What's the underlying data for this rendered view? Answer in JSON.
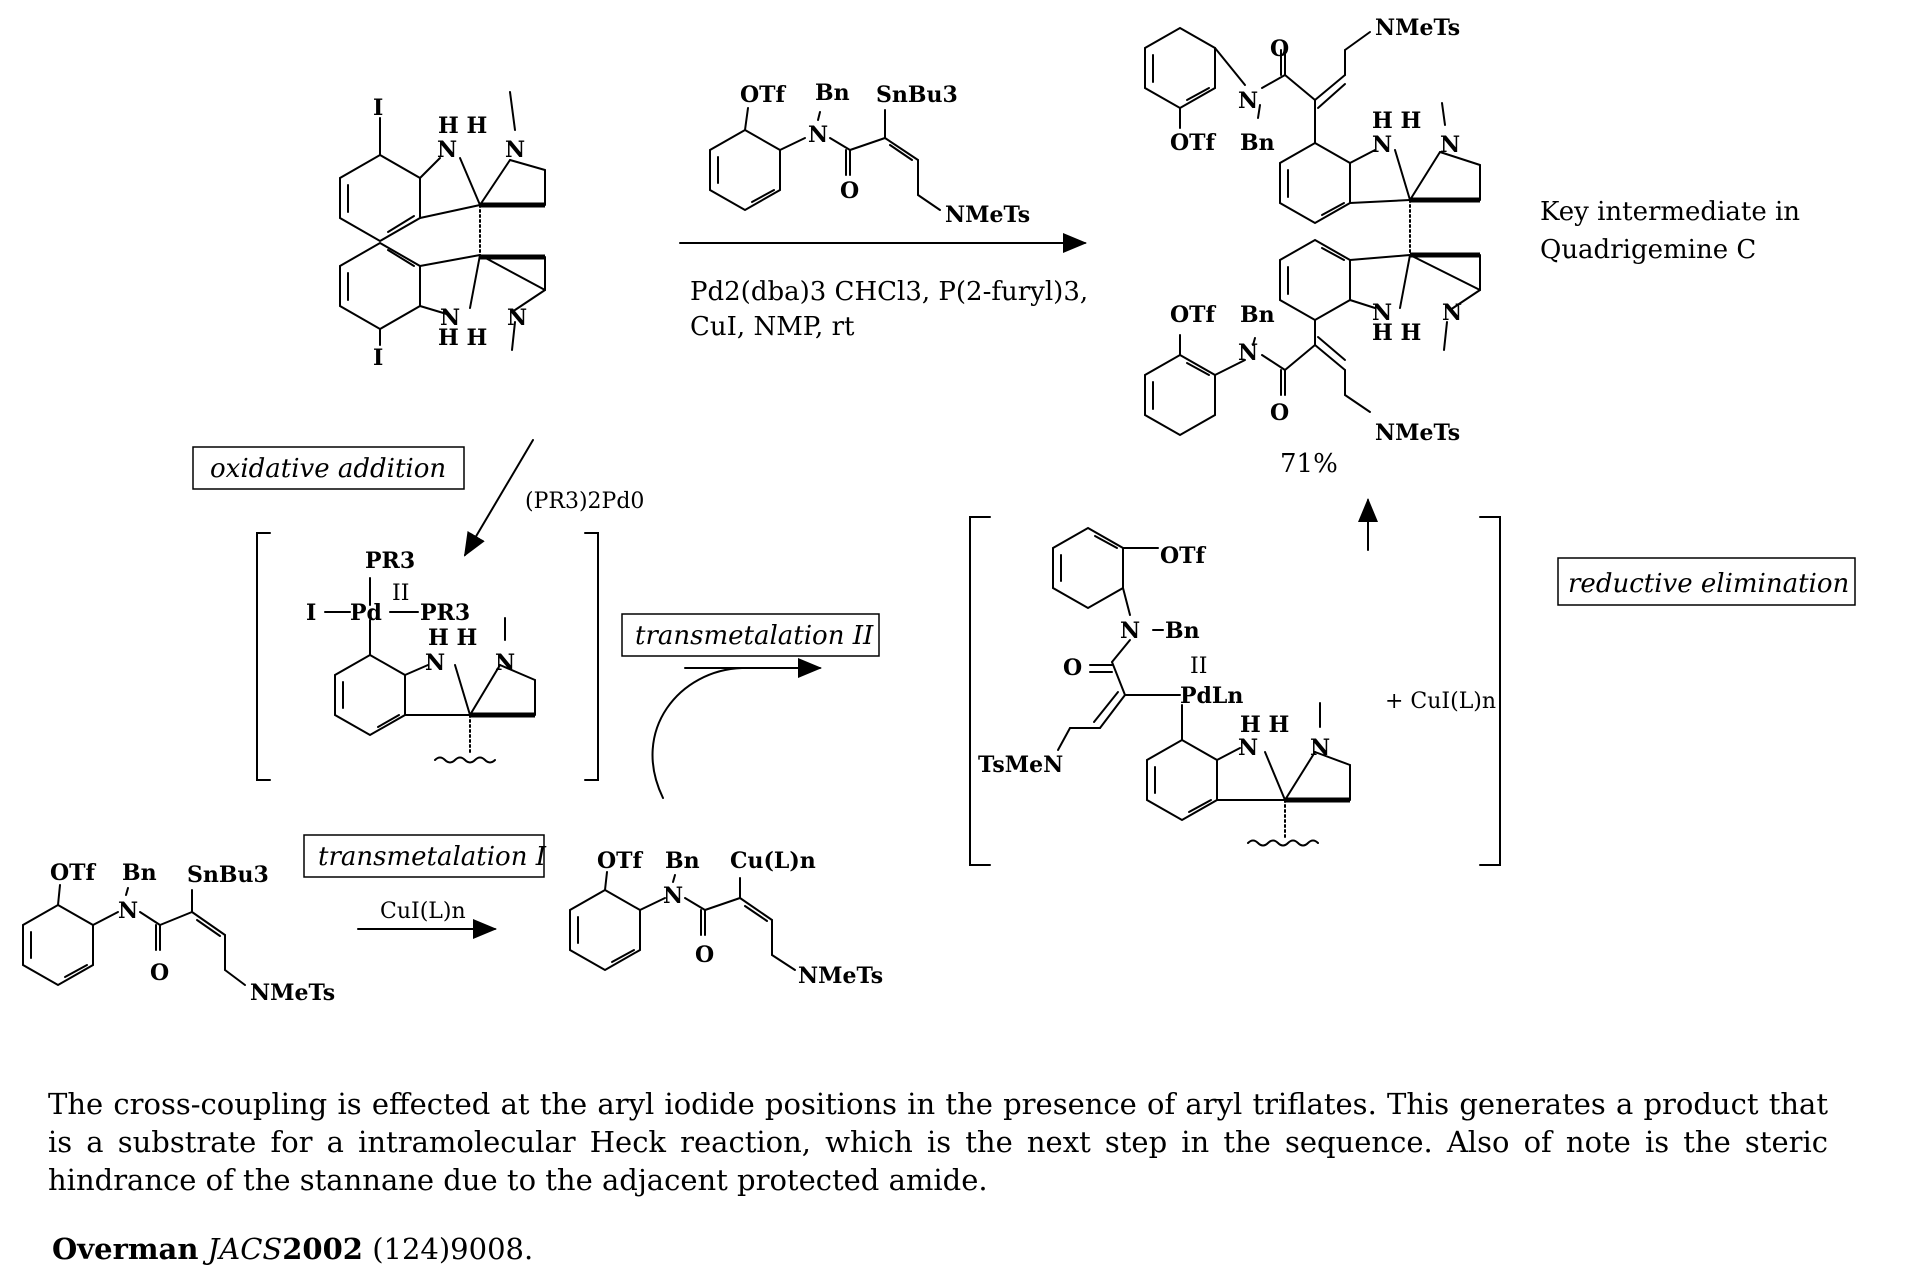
{
  "labels": {
    "oxidative_addition": "oxidative addition",
    "transmetalation_II": "transmetalation II",
    "transmetalation_I": "transmetalation I",
    "reductive_elimination": "reductive elimination"
  },
  "conditions": {
    "main_line1": "Pd2(dba)3 CHCl3, P(2-furyl)3,",
    "main_line2": "CuI, NMP, rt",
    "pd0": "(PR3)2Pd0",
    "cui": "CuI(L)n",
    "plus_cui": "+ CuI(L)n"
  },
  "yield": "71%",
  "product_note": {
    "line1": "Key intermediate in",
    "line2": "Quadrigemine C"
  },
  "atoms": {
    "I": "I",
    "N": "N",
    "H": "H",
    "HH": "H H",
    "O": "O",
    "OTf": "OTf",
    "Bn": "Bn",
    "SnBu3": "SnBu3",
    "NMeTs": "NMeTs",
    "PR3": "PR3",
    "Pd": "Pd",
    "II": "II",
    "CuLn": "Cu(L)n",
    "PdLn": "PdLn",
    "TsMeN": "TsMeN"
  },
  "caption": "The cross-coupling is effected at the aryl iodide positions in the presence of aryl triflates. This generates a product that is a substrate for a intramolecular Heck reaction, which is the next step in the sequence.  Also of note is the steric hindrance of the stannane due to the adjacent protected amide.",
  "citation": {
    "author": "Overman",
    "journal": "JACS",
    "year": "2002",
    "ref": "(124)9008."
  }
}
